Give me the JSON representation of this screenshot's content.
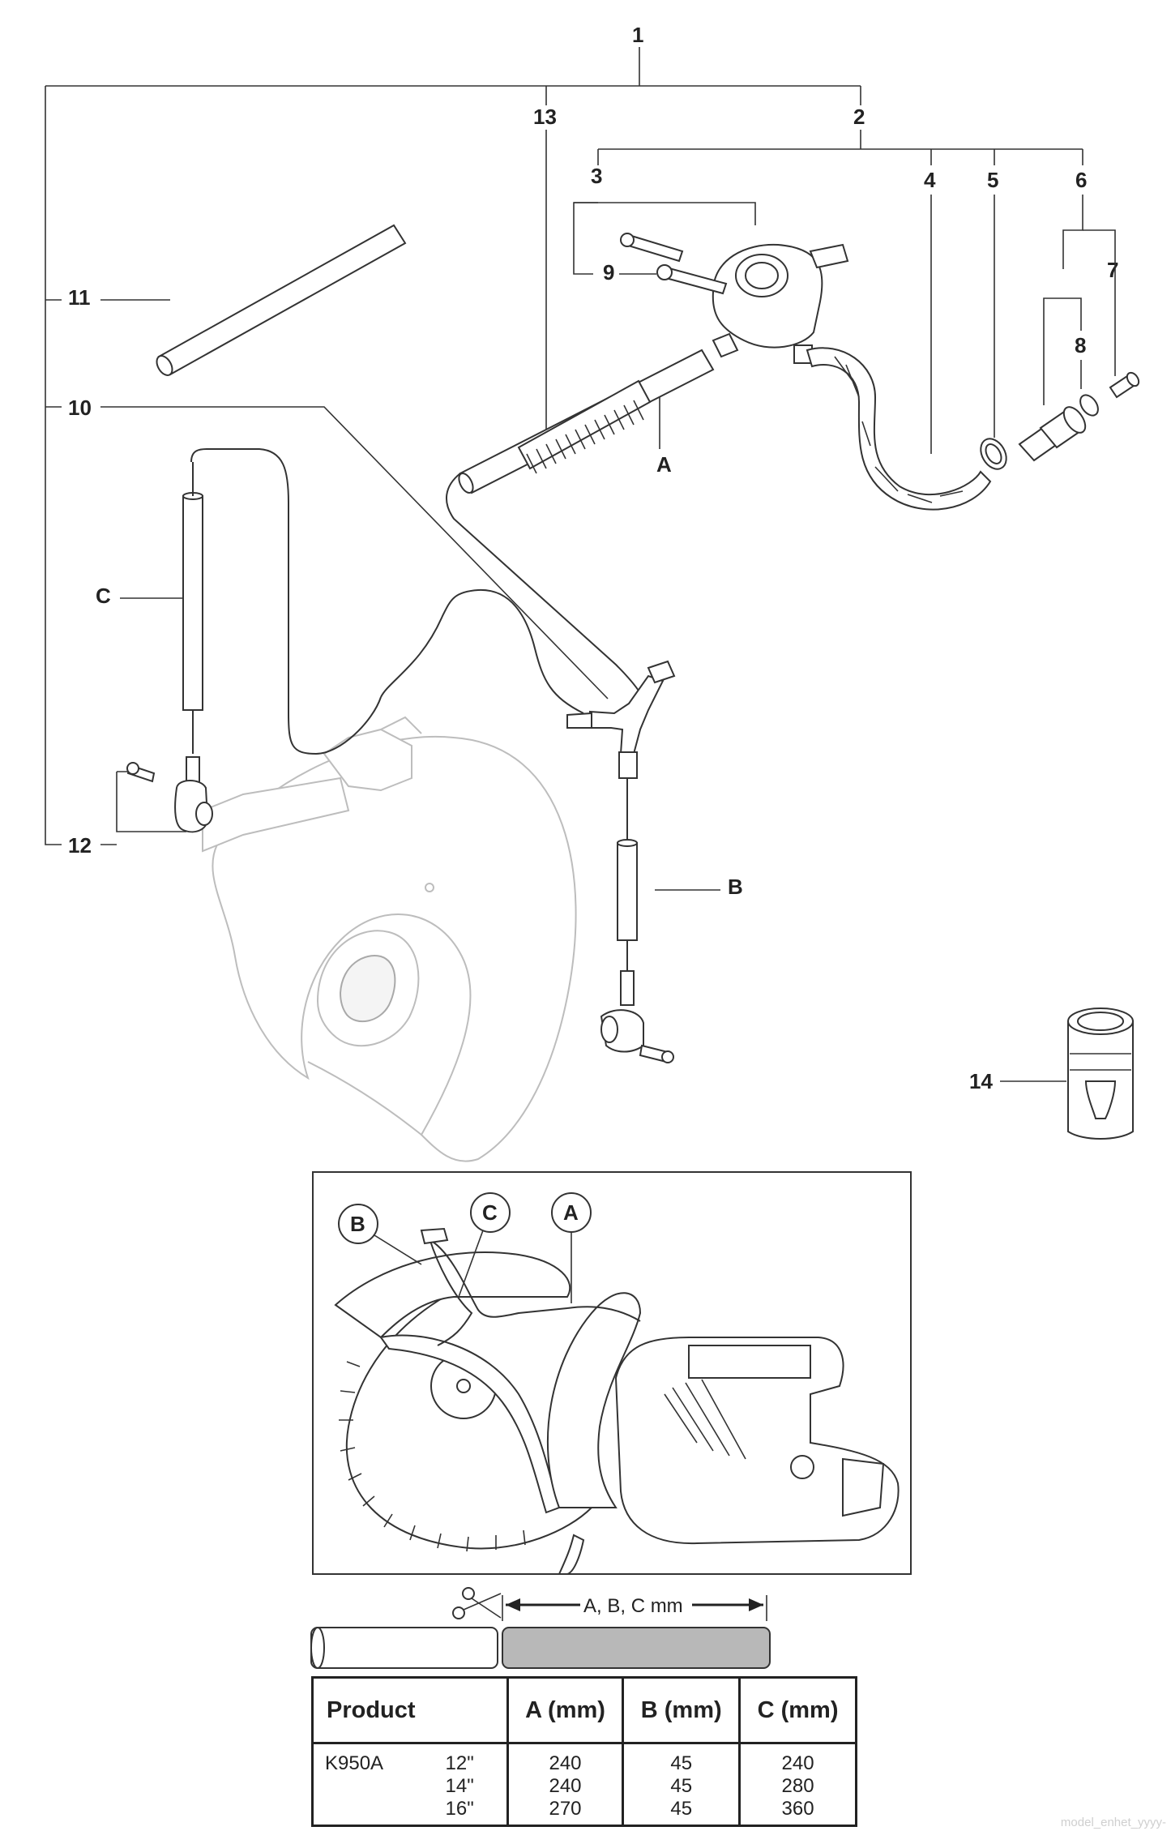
{
  "callouts": {
    "n1": "1",
    "n2": "2",
    "n3": "3",
    "n4": "4",
    "n5": "5",
    "n6": "6",
    "n7": "7",
    "n8": "8",
    "n9": "9",
    "n10": "10",
    "n11": "11",
    "n12": "12",
    "n13": "13",
    "n14": "14",
    "a": "A",
    "b": "B",
    "c": "C"
  },
  "inset": {
    "label_b": "B",
    "label_c": "C",
    "label_a": "A"
  },
  "measure": {
    "label": "A, B, C mm"
  },
  "table": {
    "headers": [
      "Product",
      "A (mm)",
      "B (mm)",
      "C (mm)"
    ],
    "product": "K950A",
    "sizes": [
      "12\"",
      "14\"",
      "16\""
    ],
    "a_values": [
      "240",
      "240",
      "270"
    ],
    "b_values": [
      "45",
      "45",
      "45"
    ],
    "c_values": [
      "240",
      "280",
      "360"
    ]
  },
  "watermark": "model_enhet_yyyy-"
}
